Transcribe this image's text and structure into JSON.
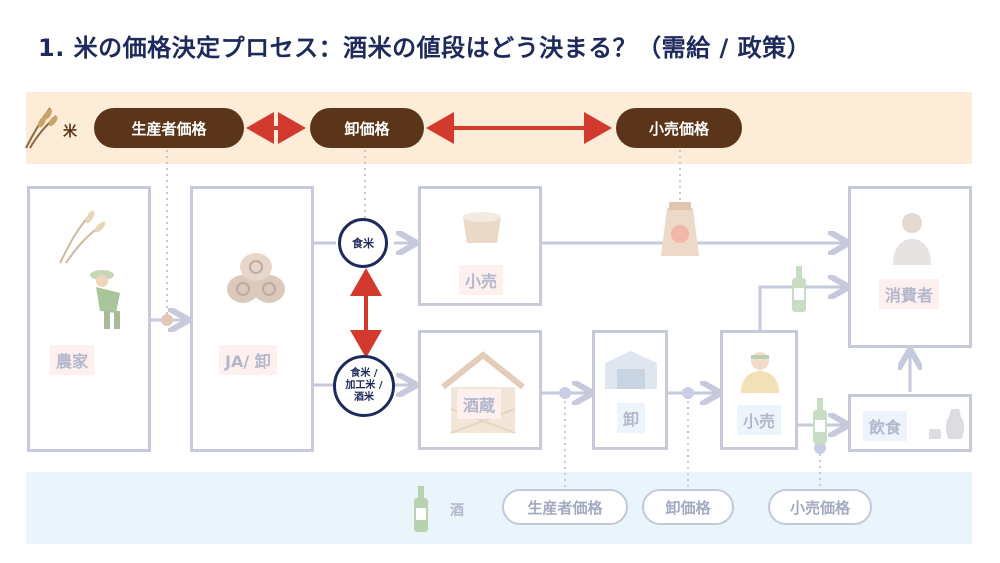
{
  "title": "1. 米の価格決定プロセス：酒米の値段はどう決まる？（需給 / 政策）",
  "rice_band": {
    "label": "米",
    "prices": {
      "producer": "生産者価格",
      "wholesale": "卸価格",
      "retail": "小売価格"
    }
  },
  "sake_band": {
    "label": "酒",
    "prices": {
      "producer": "生産者価格",
      "wholesale": "卸価格",
      "retail": "小売価格"
    }
  },
  "nodes": {
    "farmer": "農家",
    "ja": "JA/ 卸",
    "retail_top": "小売",
    "consumer": "消費者",
    "brewery": "酒蔵",
    "wholesale": "卸",
    "retail_bottom": "小売",
    "restaurant": "飲食"
  },
  "circles": {
    "food_rice": "食米",
    "mixed_rice": [
      "食米 /",
      "加工米 /",
      "酒米"
    ]
  },
  "icons": {
    "rice_band": "rice-plant-icon",
    "sake_band": "sake-bottle-icon",
    "bag": "rice-bag-icon",
    "colors": {
      "navy": "#1f2a5c",
      "brown": "#5a3519",
      "red_arrow": "#d13a2c",
      "line": "#c6cadb"
    }
  }
}
